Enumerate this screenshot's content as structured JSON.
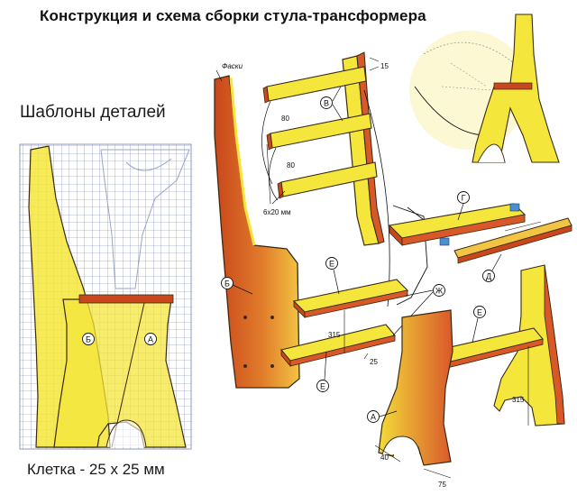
{
  "header": {
    "title": "Конструкция и схема сборки стула-трансформера",
    "templates_title": "Шаблоны деталей",
    "grid_caption": "Клетка - 25 х 25 мм"
  },
  "part_labels": {
    "A": "А",
    "B": "Б",
    "V": "В",
    "G": "Г",
    "D": "Д",
    "E": "Е",
    "ZH": "Ж"
  },
  "annotations": {
    "chamfers": "Фаски",
    "slat_section": "6х20 мм"
  },
  "dimensions": {
    "d15": "15",
    "d80a": "80",
    "d80b": "80",
    "d315a": "315",
    "d25": "25",
    "d315b": "315",
    "d40": "40",
    "d75": "75"
  },
  "colors": {
    "wood_light": "#f4e63a",
    "wood_mid": "#e8c93a",
    "wood_dark": "#c9471c",
    "outline": "#3a2a10",
    "grid": "#6e7fb8"
  }
}
